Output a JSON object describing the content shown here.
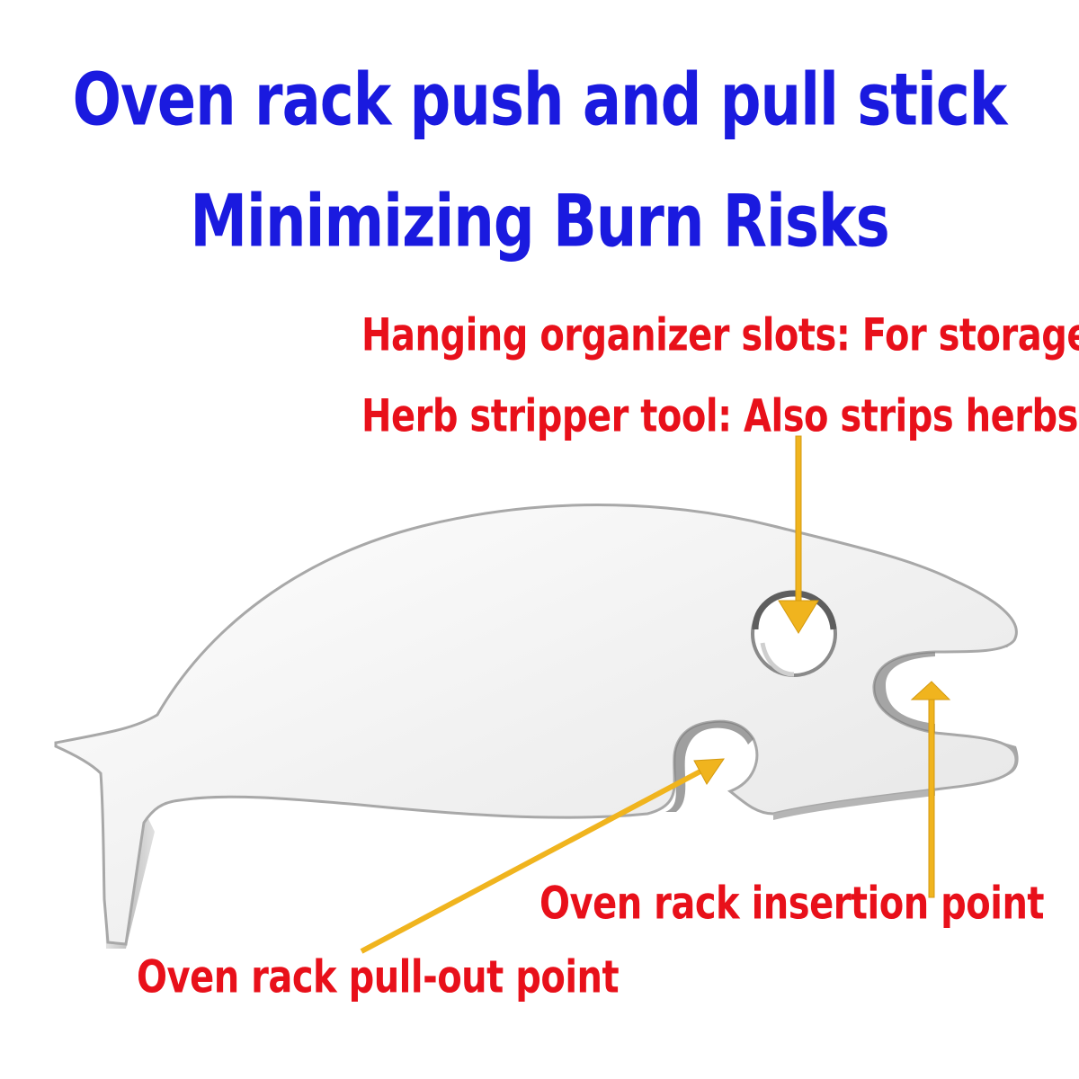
{
  "title": {
    "line1": "Oven rack push and pull stick",
    "line2": "Minimizing Burn Risks"
  },
  "callouts": {
    "hanging": "Hanging organizer slots: For storage",
    "herb": "Herb stripper tool: Also strips herbs",
    "insertion": "Oven rack insertion point",
    "pull_out": "Oven rack pull-out point"
  },
  "colors": {
    "title": "#1a1adf",
    "callout": "#e8101a",
    "arrow": "#f0b41e",
    "tool_fill": "#f2f2f2",
    "tool_edge": "#9a9a9a"
  },
  "icons": {
    "tool": "acrylic-oven-rack-tool-icon",
    "arrow": "arrow-icon"
  }
}
